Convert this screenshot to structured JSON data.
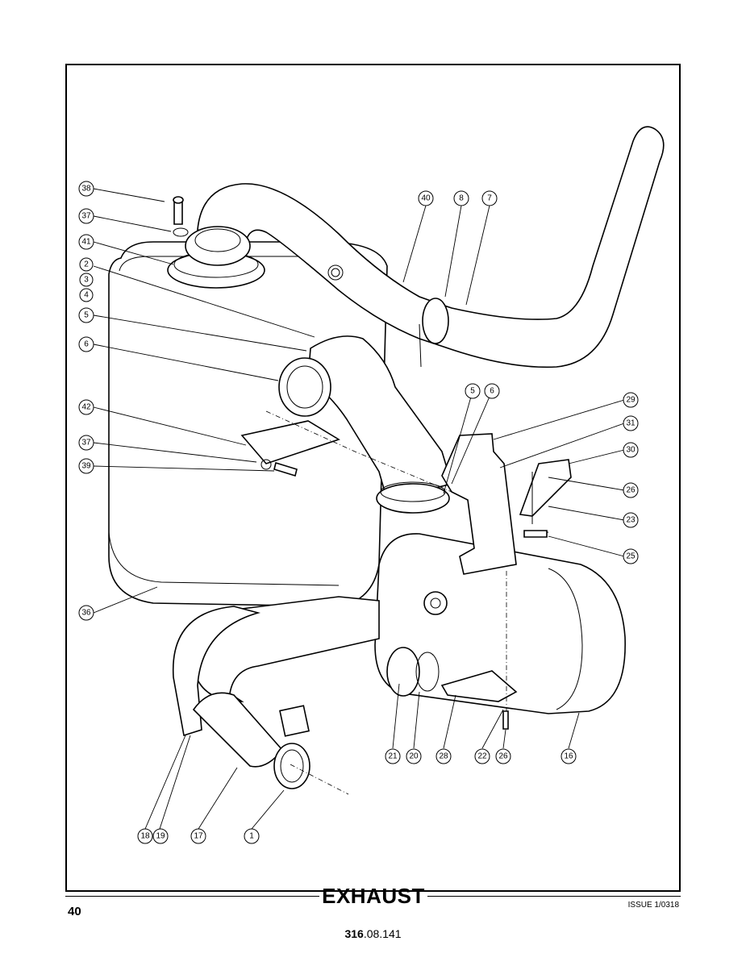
{
  "page": {
    "number": "40",
    "section_title": "EXHAUST",
    "issue": "ISSUE 1/0318",
    "drawing_ref_bold": "316",
    "drawing_ref_rest": ".08.141"
  },
  "callouts": {
    "c38": "38",
    "c37a": "37",
    "c41": "41",
    "c2": "2",
    "c3": "3",
    "c4": "4",
    "c5a": "5",
    "c6a": "6",
    "c42": "42",
    "c37b": "37",
    "c39": "39",
    "c36": "36",
    "c40": "40",
    "c8": "8",
    "c7": "7",
    "c5b": "5",
    "c6b": "6",
    "c29": "29",
    "c31": "31",
    "c30": "30",
    "c26a": "26",
    "c23": "23",
    "c25": "25",
    "c21": "21",
    "c20": "20",
    "c28": "28",
    "c22": "22",
    "c26b": "26",
    "c16": "16",
    "c18": "18",
    "c19": "19",
    "c17": "17",
    "c1": "1"
  }
}
